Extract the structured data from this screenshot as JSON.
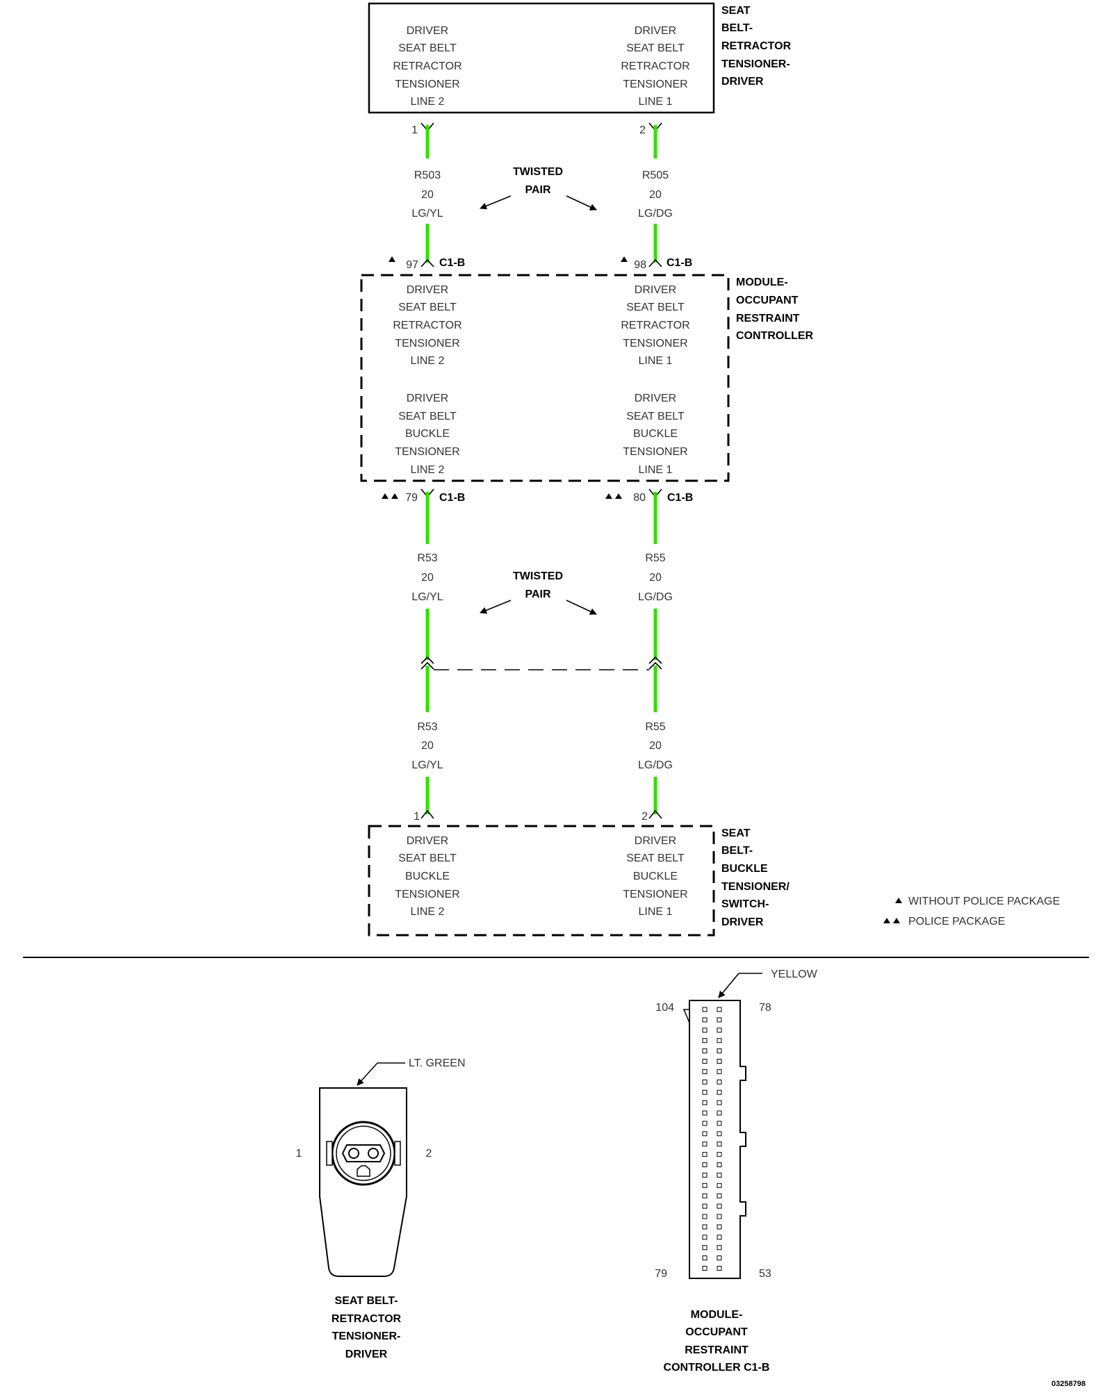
{
  "retractor_component": {
    "name_lines": [
      "SEAT",
      "BELT-",
      "RETRACTOR",
      "TENSIONER-",
      "DRIVER"
    ],
    "left_lines": [
      "DRIVER",
      "SEAT BELT",
      "RETRACTOR",
      "TENSIONER",
      "LINE 2"
    ],
    "right_lines": [
      "DRIVER",
      "SEAT BELT",
      "RETRACTOR",
      "TENSIONER",
      "LINE 1"
    ],
    "pin_left": "1",
    "pin_right": "2"
  },
  "upper_wires": {
    "left": [
      "R503",
      "20",
      "LG/YL"
    ],
    "right": [
      "R505",
      "20",
      "LG/DG"
    ],
    "twisted_pair": [
      "TWISTED",
      "PAIR"
    ]
  },
  "module": {
    "name_lines": [
      "MODULE-",
      "OCCUPANT",
      "RESTRAINT",
      "CONTROLLER"
    ],
    "top_left_pin": "97",
    "top_right_pin": "98",
    "bottom_left_pin": "79",
    "bottom_right_pin": "80",
    "connector": "C1-B",
    "retractor_left": [
      "DRIVER",
      "SEAT BELT",
      "RETRACTOR",
      "TENSIONER",
      "LINE 2"
    ],
    "retractor_right": [
      "DRIVER",
      "SEAT BELT",
      "RETRACTOR",
      "TENSIONER",
      "LINE 1"
    ],
    "buckle_left": [
      "DRIVER",
      "SEAT BELT",
      "BUCKLE",
      "TENSIONER",
      "LINE 2"
    ],
    "buckle_right": [
      "DRIVER",
      "SEAT BELT",
      "BUCKLE",
      "TENSIONER",
      "LINE 1"
    ]
  },
  "lower_wires": {
    "left": [
      "R53",
      "20",
      "LG/YL"
    ],
    "right": [
      "R55",
      "20",
      "LG/DG"
    ],
    "twisted_pair": [
      "TWISTED",
      "PAIR"
    ],
    "left2": [
      "R53",
      "20",
      "LG/YL"
    ],
    "right2": [
      "R55",
      "20",
      "LG/DG"
    ]
  },
  "buckle_component": {
    "name_lines": [
      "SEAT",
      "BELT-",
      "BUCKLE",
      "TENSIONER/",
      "SWITCH-",
      "DRIVER"
    ],
    "left_lines": [
      "DRIVER",
      "SEAT BELT",
      "BUCKLE",
      "TENSIONER",
      "LINE 2"
    ],
    "right_lines": [
      "DRIVER",
      "SEAT BELT",
      "BUCKLE",
      "TENSIONER",
      "LINE 1"
    ],
    "pin_left": "1",
    "pin_right": "2"
  },
  "legend": {
    "single_triangle": "▲",
    "double_triangle": "▲▲",
    "without_police": "WITHOUT POLICE PACKAGE",
    "police": "POLICE PACKAGE"
  },
  "connector_views": {
    "retractor": {
      "color": "LT. GREEN",
      "pin_left": "1",
      "pin_right": "2",
      "caption_lines": [
        "SEAT BELT-",
        "RETRACTOR",
        "TENSIONER-",
        "DRIVER"
      ]
    },
    "module": {
      "color": "YELLOW",
      "pin_104": "104",
      "pin_78": "78",
      "pin_79": "79",
      "pin_53": "53",
      "caption_lines": [
        "MODULE-",
        "OCCUPANT",
        "RESTRAINT",
        "CONTROLLER C1-B"
      ]
    }
  },
  "figure_id": "03258798"
}
